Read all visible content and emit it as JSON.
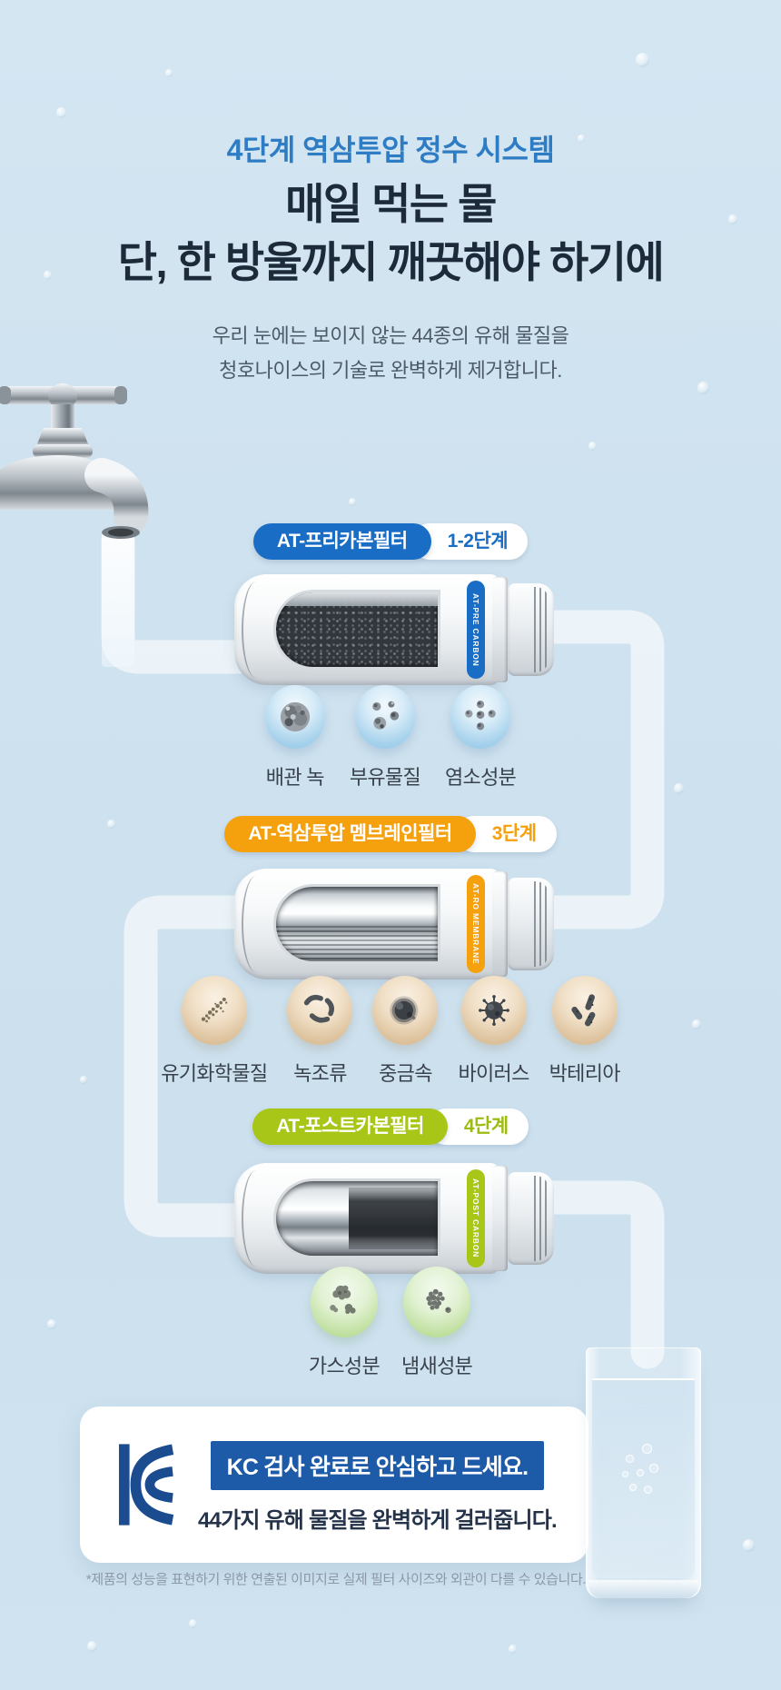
{
  "header": {
    "eyebrow": "4단계 역삼투압 정수 시스템",
    "title_line1": "매일 먹는 물",
    "title_line2": "단, 한 방울까지 깨끗해야 하기에",
    "desc_line1": "우리 눈에는 보이지 않는 44종의 유해 물질을",
    "desc_line2": "청호나이스의 기술로 완벽하게 제거합니다."
  },
  "colors": {
    "background": "#cfe2ef",
    "eyebrow_blue": "#2e7cc3",
    "title_navy": "#1c2a39",
    "stage1_blue": "#1a6dc4",
    "stage2_orange": "#f5a00d",
    "stage3_green": "#a8c617",
    "kc_navy": "#1d5ba9"
  },
  "filters": [
    {
      "name": "AT-프리카본필터",
      "stage": "1-2단계",
      "strip": "AT-PRE CARBON",
      "contaminants": [
        "배관 녹",
        "부유물질",
        "염소성분"
      ]
    },
    {
      "name": "AT-역삼투압 멤브레인필터",
      "stage": "3단계",
      "strip": "AT-RO MEMBRANE",
      "contaminants": [
        "유기화학물질",
        "녹조류",
        "중금속",
        "바이러스",
        "박테리아"
      ]
    },
    {
      "name": "AT-포스트카본필터",
      "stage": "4단계",
      "strip": "AT-POST CARBON",
      "contaminants": [
        "가스성분",
        "냄새성분"
      ]
    }
  ],
  "certification": {
    "mark": "KC",
    "headline": "KC 검사 완료로 안심하고 드세요.",
    "subline": "44가지 유해 물질을 완벽하게 걸러줍니다."
  },
  "footnote": "*제품의 성능을 표현하기 위한 연출된 이미지로 실제 필터 사이즈와 외관이 다를 수 있습니다."
}
